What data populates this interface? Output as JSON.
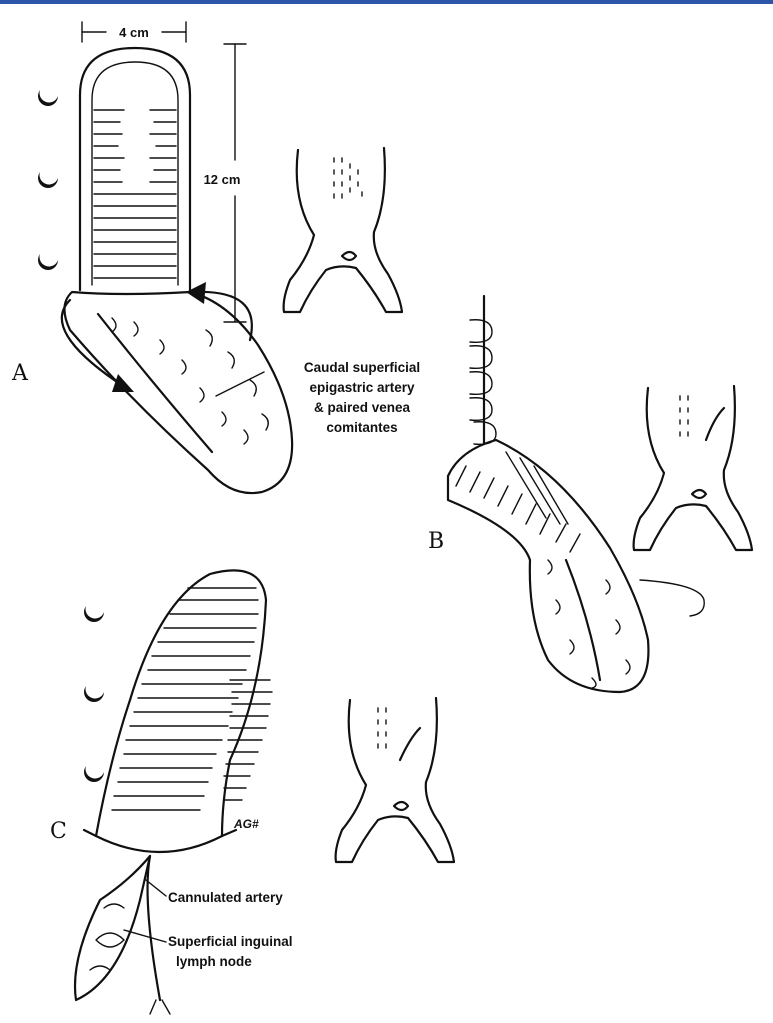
{
  "labels": {
    "width": "4 cm",
    "length": "12 cm",
    "panel_a": "A",
    "panel_b": "B",
    "panel_c": "C",
    "artery_line1": "Caudal superficial",
    "artery_line2": "epigastric artery",
    "artery_line3": "& paired venea",
    "artery_line4": "comitantes",
    "cannulated": "Cannulated artery",
    "lymph_line1": "Superficial inguinal",
    "lymph_line2": "lymph node",
    "signature": "AG#"
  },
  "colors": {
    "top_bar": "#2d56a8",
    "ink": "#111111"
  }
}
